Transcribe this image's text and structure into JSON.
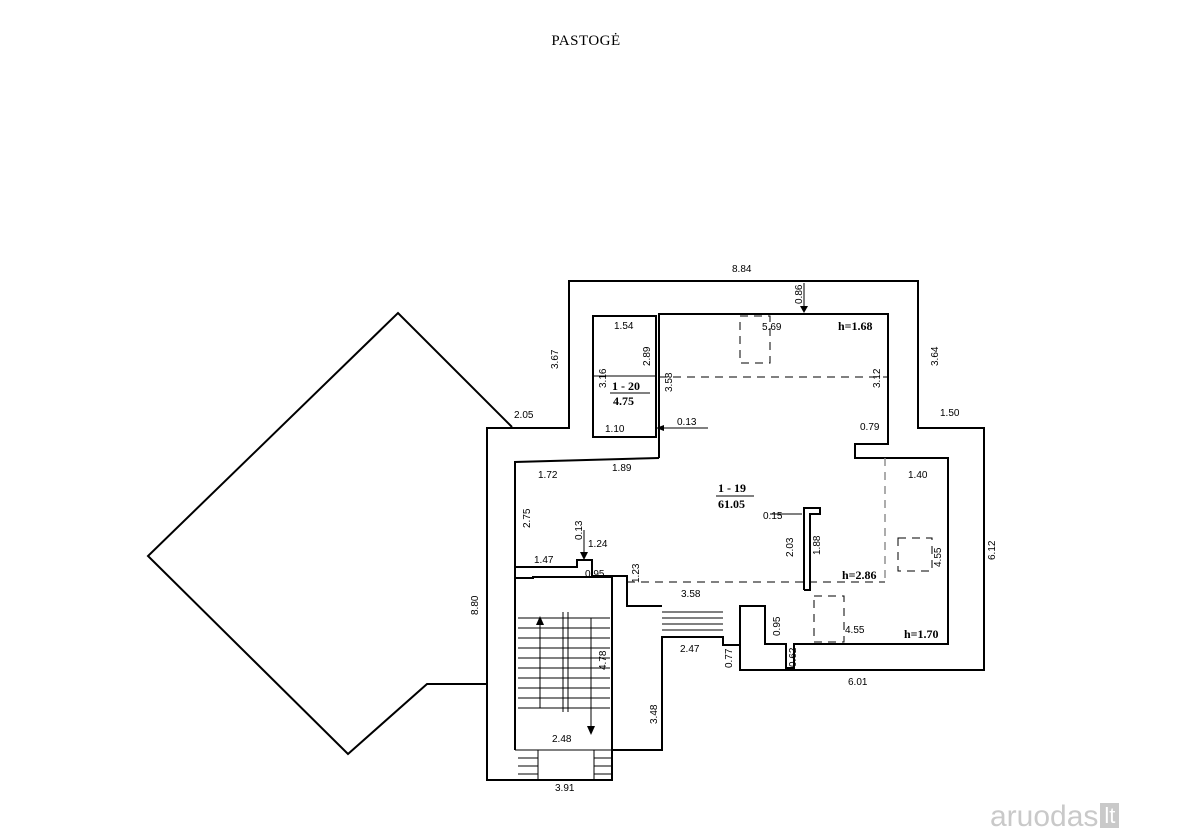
{
  "title": "PASTOGĖ",
  "rooms": [
    {
      "id": "1 - 19",
      "area": "61.05"
    },
    {
      "id": "1 - 20",
      "area": "4.75"
    }
  ],
  "heights": [
    "h=1.68",
    "h=2.86",
    "h=1.70"
  ],
  "dimensions": {
    "top_width": "8.84",
    "top_inner": "0.86",
    "right_upper": "3.64",
    "left_upper": "3.67",
    "step_left": "2.05",
    "step_right": "1.50",
    "right_total": "6.12",
    "left_total": "8.80",
    "bottom_right": "6.01",
    "bottom_stair_width": "3.91",
    "small_room_width": "1.54",
    "small_room_height": "2.89",
    "small_room_side": "3.16",
    "small_room_bottom": "1.10",
    "wall_thin": "0.13",
    "inner_top_width": "5.69",
    "inner_left_height": "3.58",
    "inner_right_height": "3.12",
    "inner_notch": "0.79",
    "right_notch": "1.40",
    "left_wall_top": "1.72",
    "left_wall_top2": "1.89",
    "left_wall_side": "2.75",
    "chimney_thin": "0.13",
    "stair_top": "1.24",
    "stair_left": "1.47",
    "stair_notch": "0.95",
    "stair_notch_side": "1.23",
    "stair_height": "4.78",
    "stair_bottom": "2.48",
    "stair_side": "3.48",
    "bottom_mid": "3.58",
    "corridor": "2.47",
    "lower_step": "0.77",
    "lower_step2": "0.95",
    "lower_notch": "0.62",
    "pillar_w": "0.15",
    "pillar_h1": "2.03",
    "pillar_h2": "1.88",
    "right_room_h": "4.55",
    "lower_room_w": "4.55"
  },
  "watermark": {
    "text": "aruodas",
    "suffix": "lt"
  }
}
